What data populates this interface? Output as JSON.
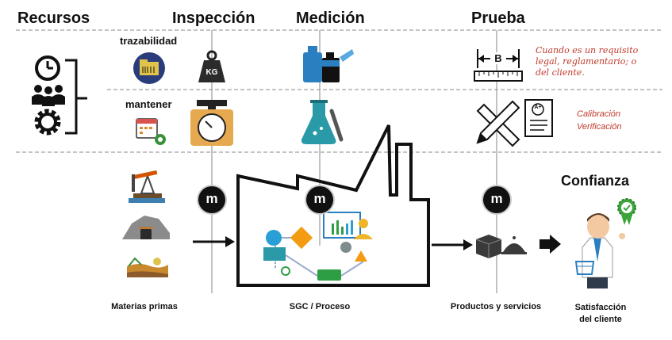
{
  "headers": {
    "recursos": "Recursos",
    "inspeccion": "Inspección",
    "medicion": "Medición",
    "prueba": "Prueba"
  },
  "labels": {
    "trazabilidad": "trazabilidad",
    "mantener": "mantener",
    "confianza": "Confianza",
    "materias_primas": "Materias primas",
    "sgc_proceso": "SGC / Proceso",
    "productos_servicios": "Productos y servicios",
    "satisfaccion_line1": "Satisfacción",
    "satisfaccion_line2": "del cliente"
  },
  "notes": {
    "requisito_line1": "Cuando es un requisito",
    "requisito_line2": "legal, reglamentario; o",
    "requisito_line3": "del cliente.",
    "calibracion": "Calibración",
    "verificacion": "Verificación"
  },
  "markers": {
    "m1": "m",
    "m2": "m",
    "m3": "m"
  },
  "icon_text": {
    "kg": "KG",
    "b_ruler": "B",
    "grade": "A+"
  },
  "colors": {
    "accent_red": "#c0392b",
    "blue": "#2a7fc1",
    "teal": "#2b9aa8",
    "dark": "#1a1a1a",
    "dash": "#8a8a8a"
  }
}
